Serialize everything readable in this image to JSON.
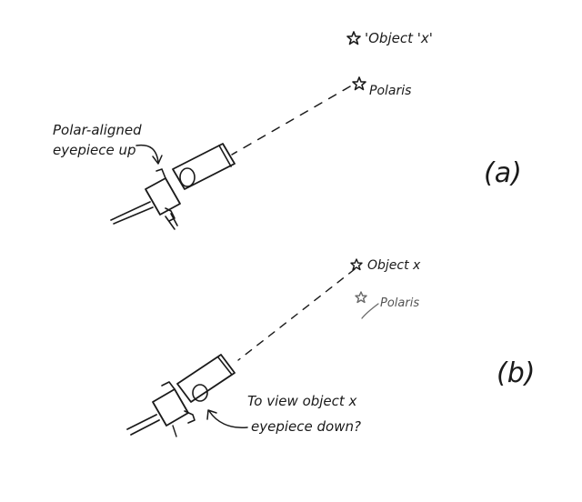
{
  "panel_a": {
    "label": "(a)",
    "star_object": "'Object 'x'",
    "star_polaris": "Polaris",
    "telescope_note_line1": "Polar-aligned",
    "telescope_note_line2": "eyepiece up"
  },
  "panel_b": {
    "label": "(b)",
    "star_object": "Object x",
    "star_polaris": "Polaris",
    "telescope_note_line1": "To view object x",
    "telescope_note_line2": "eyepiece down?"
  }
}
